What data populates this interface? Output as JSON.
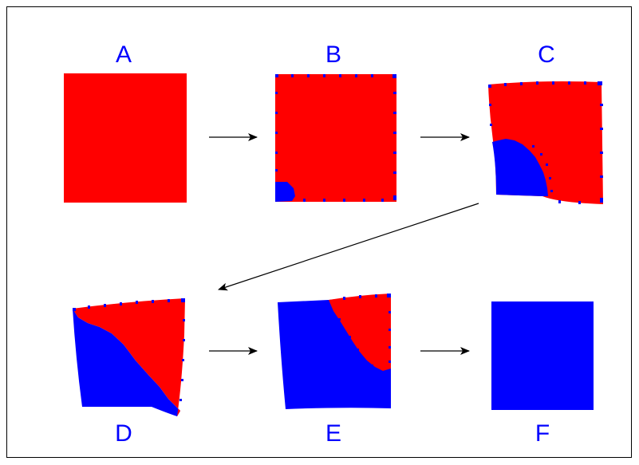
{
  "colors": {
    "phase_a": "#ff0000",
    "phase_b": "#0000ff",
    "arrow": "#000000",
    "label": "#0000ff"
  },
  "panels": [
    {
      "id": "A",
      "label": "A"
    },
    {
      "id": "B",
      "label": "B"
    },
    {
      "id": "C",
      "label": "C"
    },
    {
      "id": "D",
      "label": "D"
    },
    {
      "id": "E",
      "label": "E"
    },
    {
      "id": "F",
      "label": "F"
    }
  ]
}
